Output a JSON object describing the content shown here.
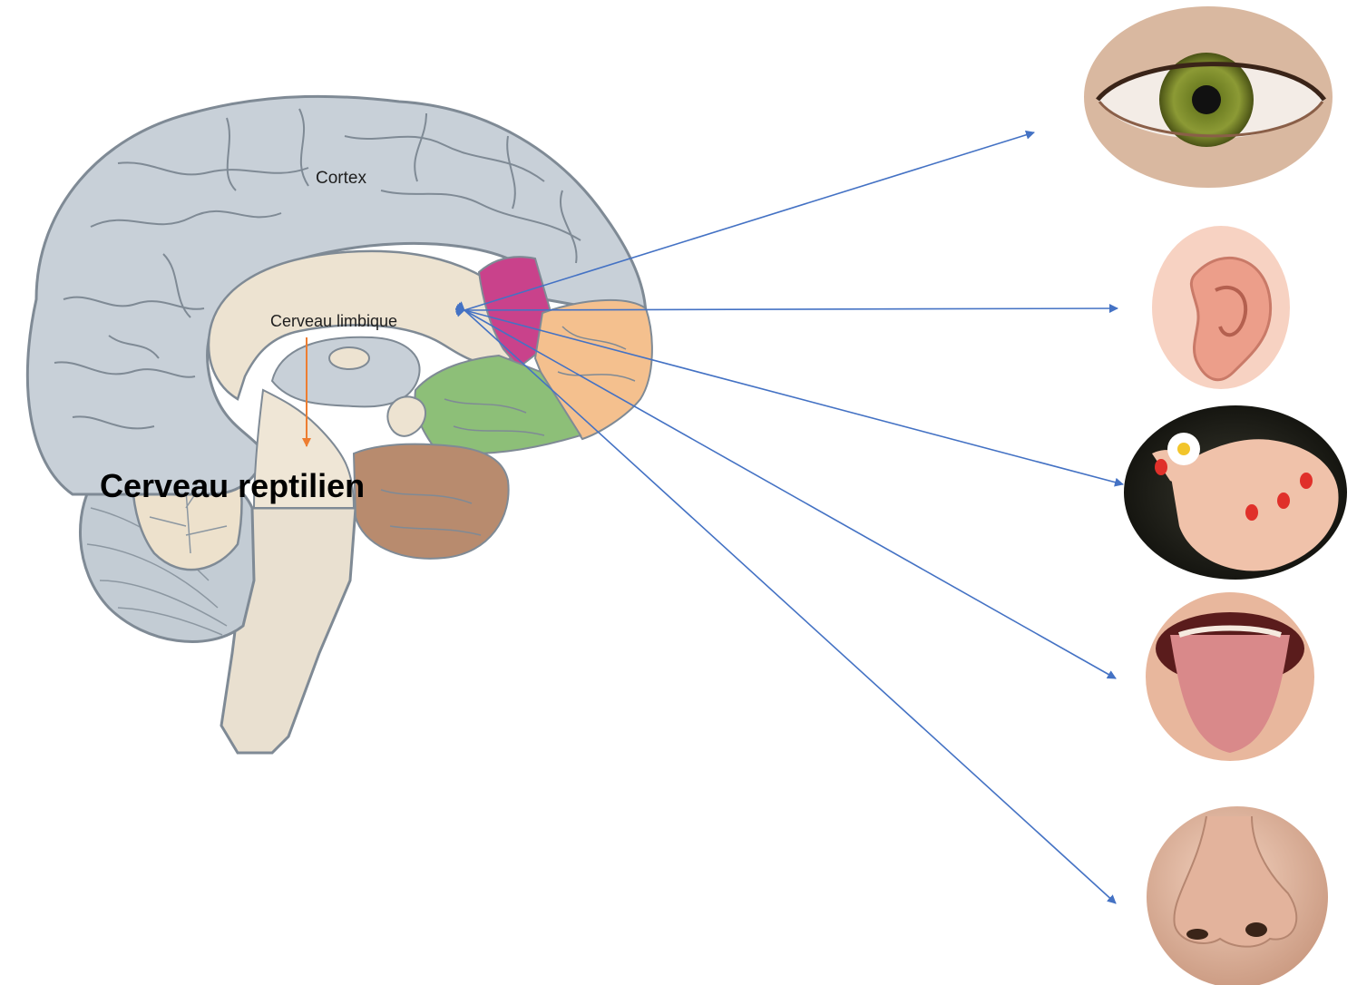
{
  "labels": {
    "cortex": "Cortex",
    "limbic": "Cerveau limbique",
    "reptilian": "Cerveau reptilien"
  },
  "senses": [
    {
      "id": "eye",
      "icon": "eye-icon"
    },
    {
      "id": "ear",
      "icon": "ear-icon"
    },
    {
      "id": "hand",
      "icon": "hand-touch-icon"
    },
    {
      "id": "tongue",
      "icon": "tongue-icon"
    },
    {
      "id": "nose",
      "icon": "nose-icon"
    }
  ],
  "colors": {
    "arrow_blue": "#4472c4",
    "arrow_orange": "#ed7d31",
    "cortex_gray": "#c8d0d8",
    "limbic_cream": "#efe3d0",
    "region_magenta": "#c9428b",
    "region_peach": "#f4c08e",
    "region_green": "#8dbf78",
    "region_brown": "#b88b6e"
  }
}
